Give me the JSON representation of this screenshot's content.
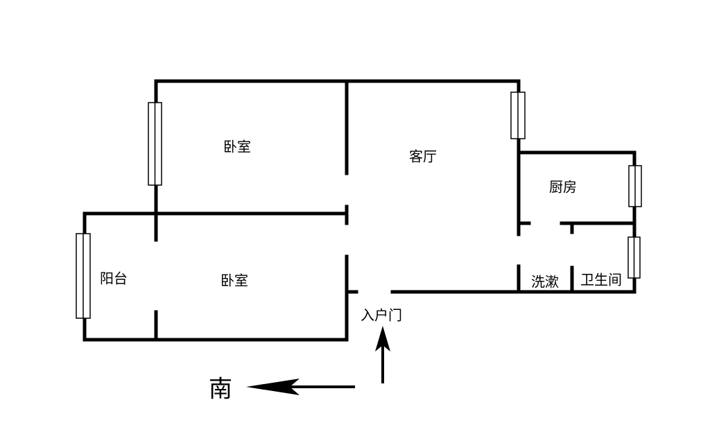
{
  "title": "户型图",
  "rooms": {
    "bedroom_north": "卧室",
    "bedroom_south": "卧室",
    "balcony": "阳台",
    "living_room": "客厅",
    "kitchen": "厨房",
    "washroom": "洗漱",
    "bathroom": "卫生间"
  },
  "entrance_label": "入户门",
  "compass": {
    "direction": "南"
  },
  "colors": {
    "wall": "#000000",
    "background": "#ffffff"
  }
}
